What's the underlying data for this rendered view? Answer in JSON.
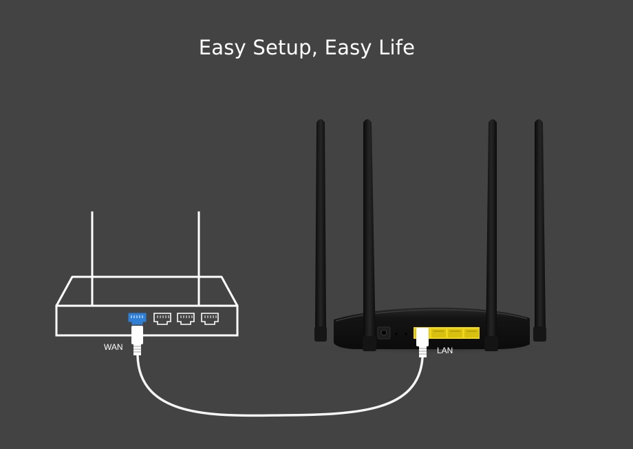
{
  "banner": {
    "title": "Easy Setup, Easy Life"
  },
  "modem": {
    "wan_label": "WAN",
    "wan_port_color": "#2f7fd6",
    "outline_color": "#ffffff"
  },
  "router": {
    "lan_label": "LAN",
    "lan_port_color": "#f0d719",
    "body_color": "#121212"
  },
  "cable": {
    "color": "#f5f5f5"
  }
}
